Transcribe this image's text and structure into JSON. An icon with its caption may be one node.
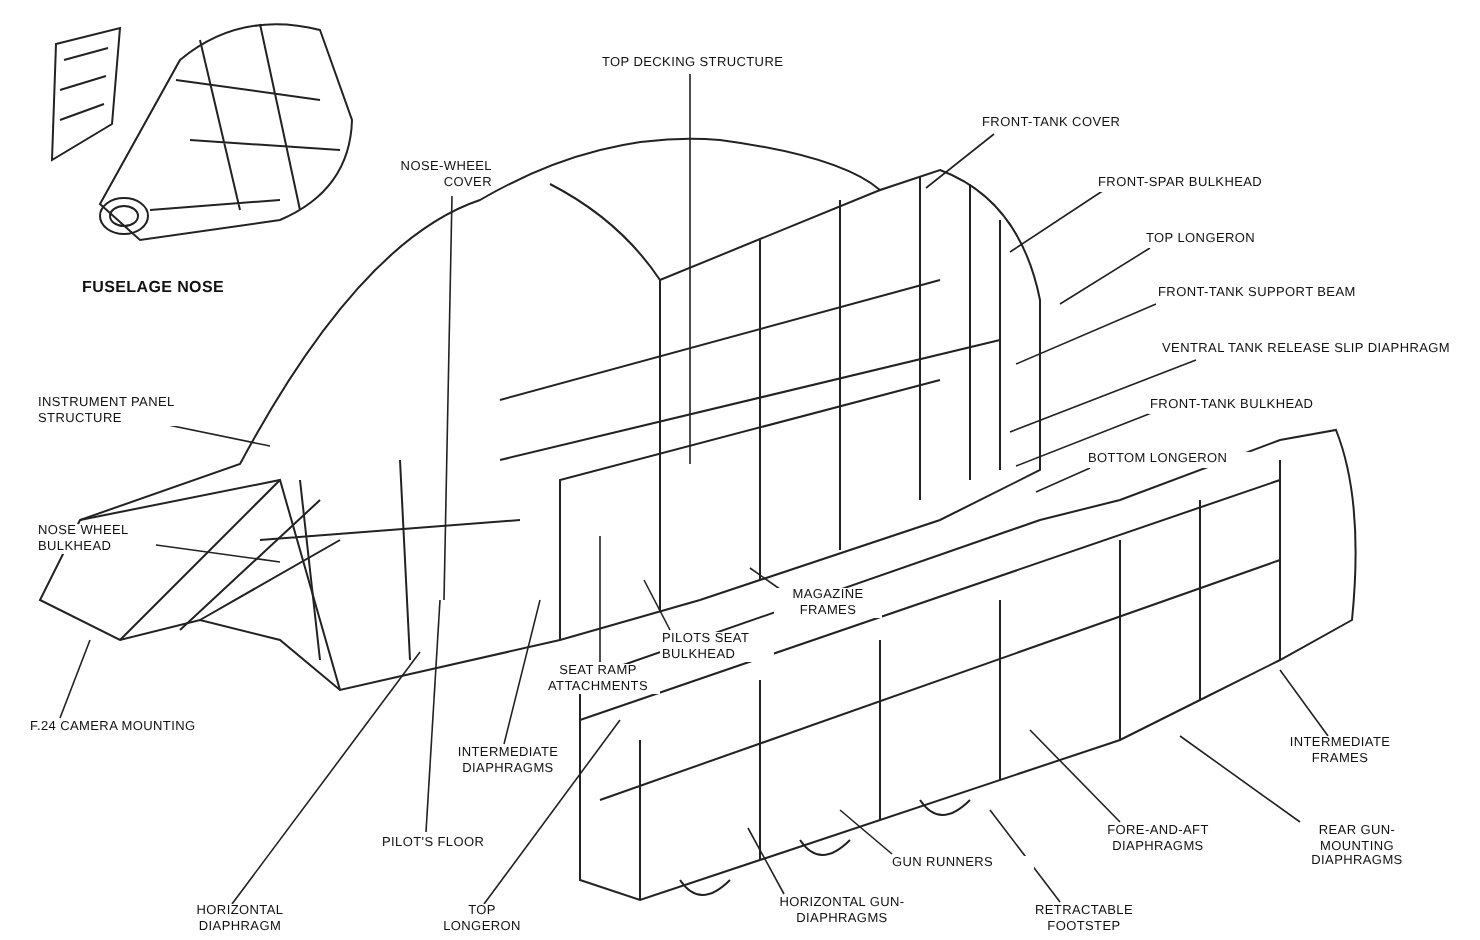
{
  "diagram": {
    "nodes": [
      {
        "text": [
          "TOP DECKING STRUCTURE"
        ]
      },
      {
        "text": [
          "NOSE-WHEEL COVER"
        ]
      },
      {
        "text": [
          "FRONT-TANK COVER"
        ]
      },
      {
        "text": [
          "FRONT-SPAR BULKHEAD"
        ]
      },
      {
        "text": [
          "TOP LONGERON"
        ]
      },
      {
        "text": [
          "FRONT-TANK SUPPORT BEAM"
        ]
      },
      {
        "text": [
          "VENTRAL TANK RELEASE SLIP DIAPHRAGM"
        ]
      },
      {
        "text": [
          "FRONT-TANK BULKHEAD"
        ]
      },
      {
        "text": [
          "BOTTOM LONGERON"
        ]
      },
      {
        "text": [
          "INSTRUMENT PANEL STRUCTURE"
        ]
      },
      {
        "text": [
          "NOSE WHEEL BULKHEAD"
        ]
      },
      {
        "text": [
          "F.24 CAMERA MOUNTING"
        ]
      },
      {
        "text": [
          "SEAT RAMP ATTACHMENTS"
        ]
      },
      {
        "text": [
          "PILOTS SEAT BULKHEAD"
        ]
      },
      {
        "text": [
          "MAGAZINE FRAMES"
        ]
      },
      {
        "text": [
          "INTERMEDIATE DIAPHRAGMS"
        ]
      },
      {
        "text": [
          "PILOT'S FLOOR"
        ]
      },
      {
        "text": [
          "HORIZONTAL DIAPHRAGM"
        ]
      },
      {
        "text": [
          "TOP LONGERON"
        ]
      },
      {
        "text": [
          "HORIZONTAL GUN-DIAPHRAGMS"
        ]
      },
      {
        "text": [
          "GUN RUNNERS"
        ]
      },
      {
        "text": [
          "RETRACTABLE FOOTSTEP"
        ]
      },
      {
        "text": [
          "FORE-AND-AFT DIAPHRAGMS"
        ]
      },
      {
        "text": [
          "REAR GUN-MOUNTING DIAPHRAGMS"
        ]
      },
      {
        "text": [
          "INTERMEDIATE FRAMES"
        ]
      }
    ],
    "edges": [
      {
        "from": 0,
        "to": null,
        "arrow": "none"
      },
      {
        "from": 1,
        "to": null,
        "arrow": "none"
      },
      {
        "from": 2,
        "to": null,
        "arrow": "none"
      },
      {
        "from": 3,
        "to": null,
        "arrow": "none"
      },
      {
        "from": 4,
        "to": null,
        "arrow": "none"
      },
      {
        "from": 5,
        "to": null,
        "arrow": "none"
      },
      {
        "from": 6,
        "to": null,
        "arrow": "none"
      },
      {
        "from": 7,
        "to": null,
        "arrow": "none"
      },
      {
        "from": 8,
        "to": null,
        "arrow": "none"
      },
      {
        "from": 9,
        "to": null,
        "arrow": "none"
      },
      {
        "from": 10,
        "to": null,
        "arrow": "none"
      },
      {
        "from": 11,
        "to": null,
        "arrow": "none"
      },
      {
        "from": 12,
        "to": null,
        "arrow": "none"
      },
      {
        "from": 13,
        "to": null,
        "arrow": "none"
      },
      {
        "from": 14,
        "to": null,
        "arrow": "none"
      },
      {
        "from": 15,
        "to": null,
        "arrow": "none"
      },
      {
        "from": 16,
        "to": null,
        "arrow": "none"
      },
      {
        "from": 17,
        "to": null,
        "arrow": "none"
      },
      {
        "from": 18,
        "to": null,
        "arrow": "none"
      },
      {
        "from": 19,
        "to": null,
        "arrow": "none"
      },
      {
        "from": 20,
        "to": null,
        "arrow": "none"
      },
      {
        "from": 21,
        "to": null,
        "arrow": "none"
      },
      {
        "from": 22,
        "to": null,
        "arrow": "none"
      },
      {
        "from": 23,
        "to": null,
        "arrow": "none"
      },
      {
        "from": 24,
        "to": null,
        "arrow": "none"
      }
    ],
    "labels": [
      "FUSELAGE NOSE"
    ]
  }
}
